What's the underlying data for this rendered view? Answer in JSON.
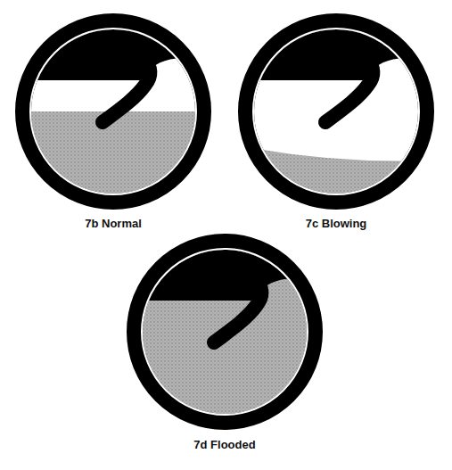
{
  "diagram": {
    "labels": [
      "7b Normal",
      "7c Blowing",
      "7d Flooded"
    ]
  }
}
